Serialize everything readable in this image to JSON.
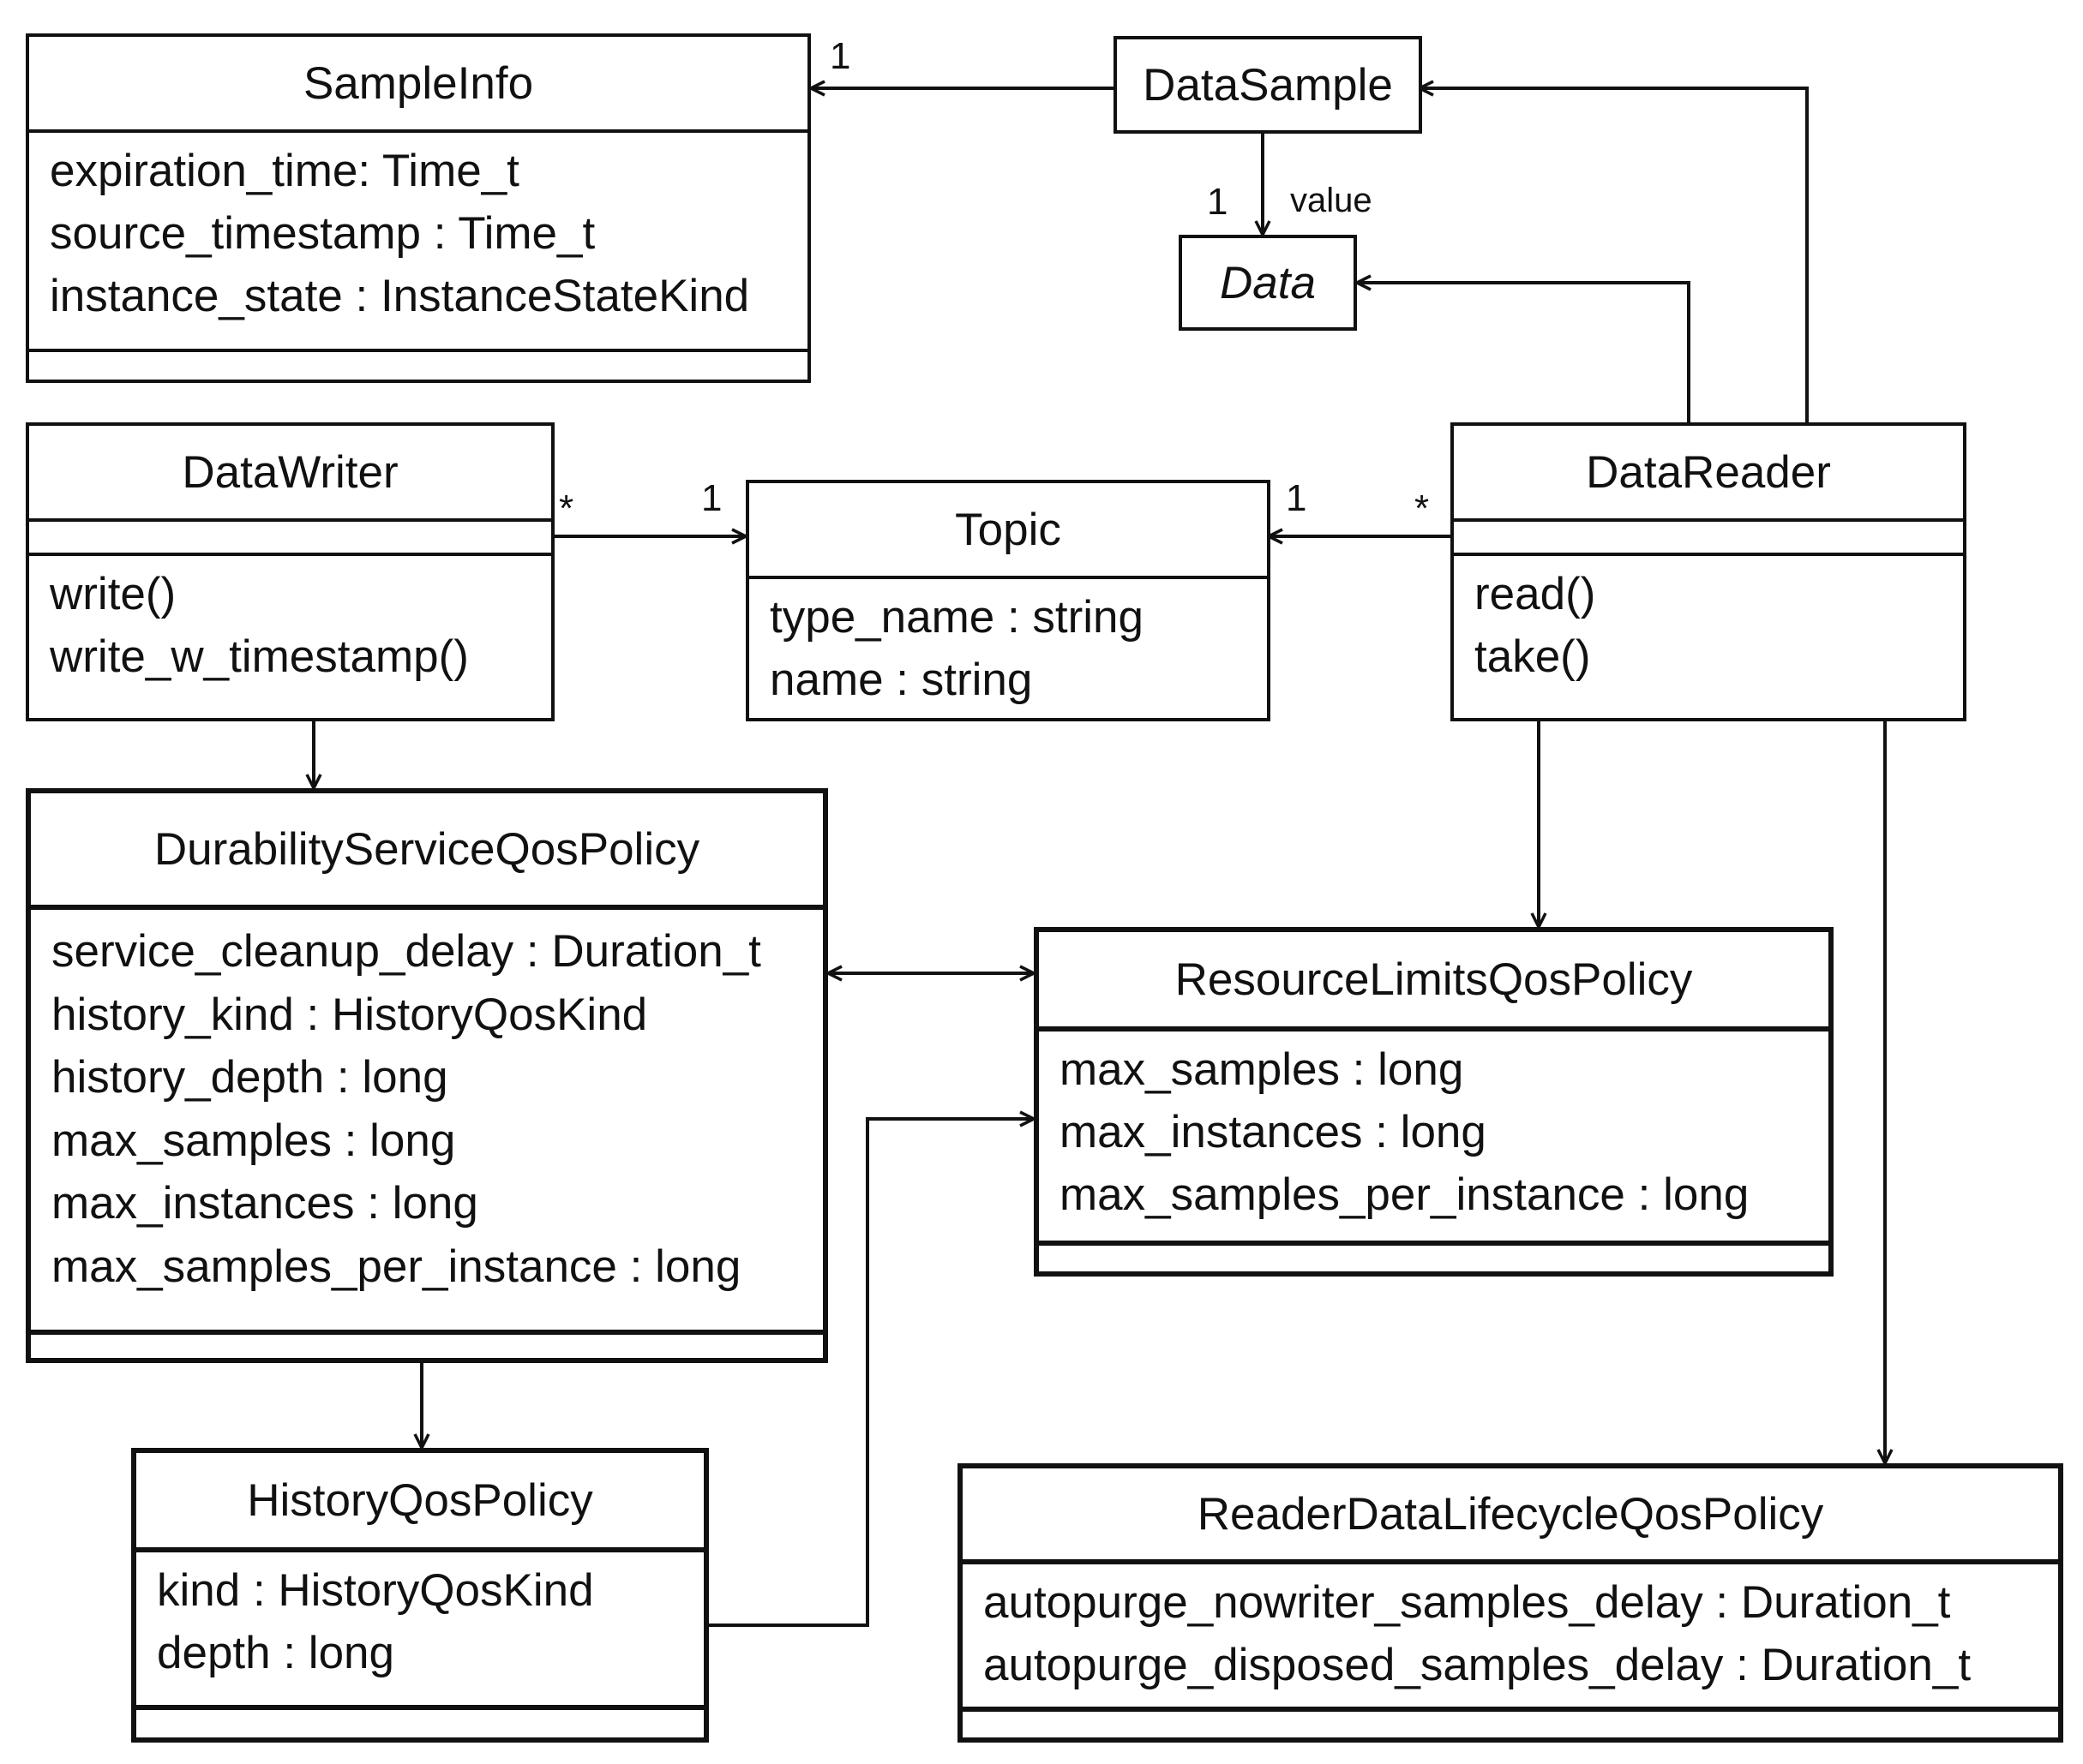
{
  "classes": {
    "sample_info": {
      "name": "SampleInfo",
      "attributes": [
        "expiration_time: Time_t",
        "source_timestamp : Time_t",
        "instance_state : InstanceStateKind"
      ]
    },
    "data_sample": {
      "name": "DataSample"
    },
    "data": {
      "name": "Data"
    },
    "data_writer": {
      "name": "DataWriter",
      "operations": [
        "write()",
        "write_w_timestamp()"
      ]
    },
    "topic": {
      "name": "Topic",
      "attributes": [
        "type_name : string",
        "name : string"
      ]
    },
    "data_reader": {
      "name": "DataReader",
      "operations": [
        "read()",
        "take()"
      ]
    },
    "durability_service_qos_policy": {
      "name": "DurabilityServiceQosPolicy",
      "attributes": [
        "service_cleanup_delay : Duration_t",
        "history_kind : HistoryQosKind",
        "history_depth : long",
        "max_samples : long",
        "max_instances : long",
        "max_samples_per_instance : long"
      ]
    },
    "resource_limits_qos_policy": {
      "name": "ResourceLimitsQosPolicy",
      "attributes": [
        "max_samples : long",
        "max_instances : long",
        "max_samples_per_instance : long"
      ]
    },
    "history_qos_policy": {
      "name": "HistoryQosPolicy",
      "attributes": [
        "kind : HistoryQosKind",
        "depth : long"
      ]
    },
    "reader_data_lifecycle_qos_policy": {
      "name": "ReaderDataLifecycleQosPolicy",
      "attributes": [
        "autopurge_nowriter_samples_delay : Duration_t",
        "autopurge_disposed_samples_delay : Duration_t"
      ]
    }
  },
  "associations": {
    "datasample_sampleinfo": {
      "multiplicity": "1"
    },
    "datasample_data": {
      "multiplicity": "1",
      "role": "value"
    },
    "datawriter_topic": {
      "source_multiplicity": "*",
      "target_multiplicity": "1"
    },
    "datareader_topic": {
      "source_multiplicity": "*",
      "target_multiplicity": "1"
    }
  },
  "colors": {
    "line": "#111111",
    "background": "#ffffff"
  }
}
